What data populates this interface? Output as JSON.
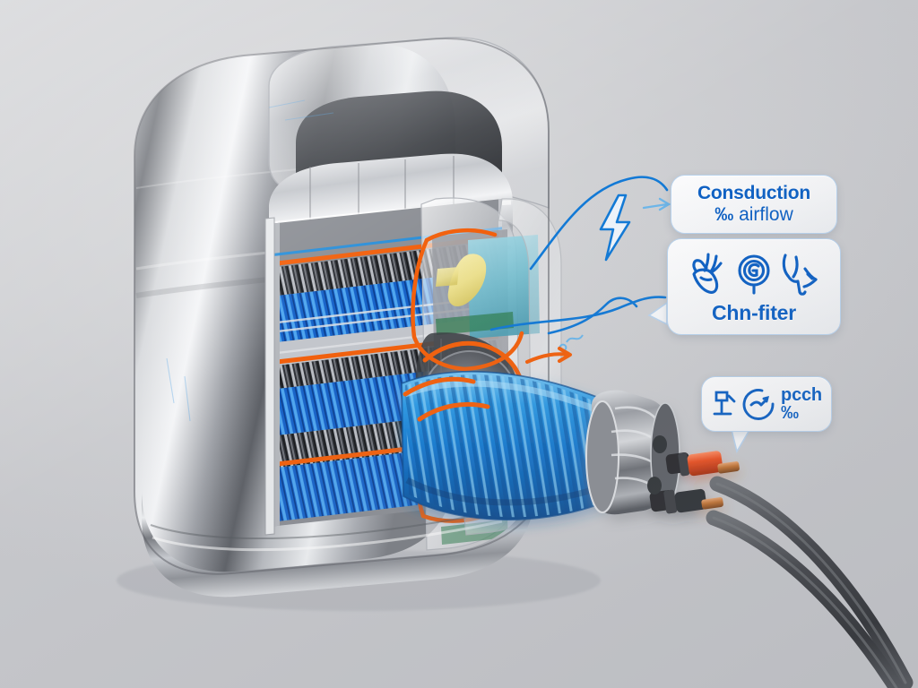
{
  "scene": {
    "title": "Cutaway technical illustration of a cylindrical heat-exchanger / air handling unit",
    "background_color": "#cfd0d3"
  },
  "palette": {
    "annotation_blue": "#0b5fc4",
    "flow_orange": "#f2600c",
    "hose_blue": "#1f8fe0",
    "coil_blue": "#1763c9",
    "chrome_light": "#f0f1f3",
    "chrome_mid": "#9a9da3",
    "chrome_dark": "#4b4e54",
    "panel_cyan": "#86c9da",
    "panel_yellow": "#efe49a",
    "cable_black": "#2b2d31",
    "terminal_red": "#e8461d",
    "copper": "#c07038",
    "callout_border": "#b9d3ee",
    "callout_fill": "#f7f8fa"
  },
  "callouts": [
    {
      "id": "conduction",
      "name": "conduction-airflow-callout",
      "line1": "Consduction",
      "line2_symbol": "‰",
      "line2": " airflow",
      "tail": "left-arrow"
    },
    {
      "id": "filter",
      "name": "chn-filter-callout",
      "label": "Chn-fiter",
      "icons": [
        "antler-sketch-icon",
        "circle-g-icon",
        "fork-sketch-icon"
      ],
      "tail": "left-notch"
    },
    {
      "id": "pcch",
      "name": "pcch-callout",
      "label": "pcch",
      "symbol": "‰",
      "icons": [
        "press-sketch-icon",
        "gauge-dial-icon"
      ],
      "tail": "bottom-point"
    }
  ],
  "annotations": {
    "lightning_icon": "lightning-bolt-icon",
    "flow_arrow": "orange-flow-arrow",
    "leader_lines": 3
  },
  "device": {
    "housing": "chrome-cylindrical-shell",
    "internal_stack": {
      "name": "finned-coil-stack",
      "layers": 4,
      "coil_color": "#1763c9",
      "divider_color": "#f2600c",
      "mesh_bands": 4
    },
    "fan": "circular-impeller",
    "front_panel": {
      "cyan_plate": "control-board-plate",
      "yellow_vane": "deflector-vane"
    },
    "duct": {
      "name": "blue-corrugated-hose",
      "ribs": 34
    },
    "connector": {
      "name": "cylindrical-plug-connector",
      "terminals": [
        {
          "name": "terminal-red",
          "sleeve": "#e8461d",
          "pin": "#c07038"
        },
        {
          "name": "terminal-black",
          "sleeve": "#2b2d31",
          "pin": "#c07038"
        }
      ],
      "cables": 2
    }
  }
}
